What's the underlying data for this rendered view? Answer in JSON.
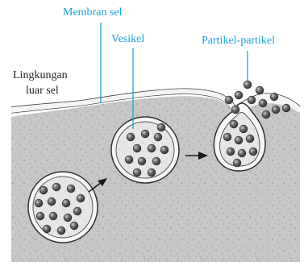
{
  "labels": {
    "membrane": "Membran sel",
    "vesicle": "Vesikel",
    "particles": "Partikel-partikel",
    "outside_line1": "Lingkungan",
    "outside_line2": "luar sel"
  },
  "colors": {
    "label_accent": "#1aa3d9",
    "label_text": "#222222",
    "cytoplasm": "#c9c9c9",
    "membrane_fill": "#f7f7f7",
    "particle": "#5a5a5a",
    "arrow": "#1a1a1a"
  }
}
